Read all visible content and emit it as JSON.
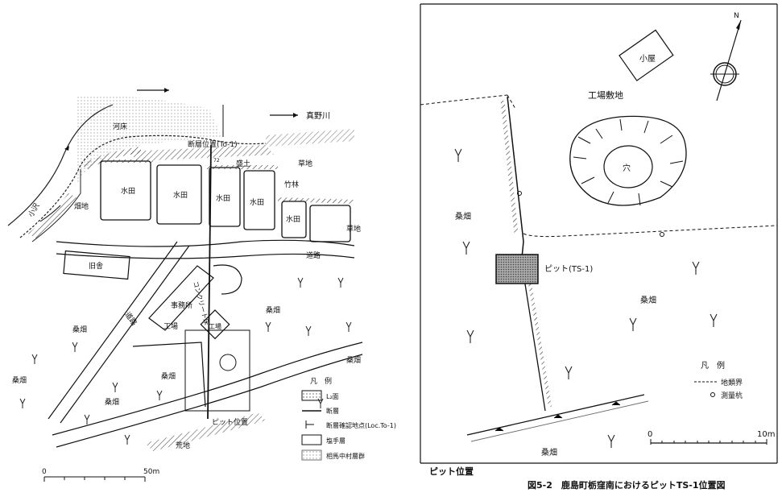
{
  "left_map": {
    "flow_label": "真野川",
    "riverbed": "河床",
    "fault_position": "断層位置(To-1)",
    "embankment": "盛土",
    "grass": "草地",
    "bamboo": "竹林",
    "upland_field": "畑地",
    "paddy": "水田",
    "stream": "小沢",
    "old_house": "旧舎",
    "road": "道路",
    "concrete": "コンクリート床",
    "office": "事務所",
    "factory": "工場",
    "factory2": "工場",
    "mulberry": "桑畑",
    "barren": "荒地",
    "pit_position": "ピット位置",
    "tick72": "72",
    "legend": {
      "title": "凡　例",
      "items": [
        "L₂面",
        "断層",
        "断層確認地点(Loc.To-1)",
        "塩手層",
        "相馬中村層群"
      ]
    },
    "scale": {
      "zero": "0",
      "max": "50m"
    }
  },
  "right_map": {
    "hut": "小屋",
    "factory_site": "工場敷地",
    "hole": "穴",
    "mulberry": "桑畑",
    "pit": "ピット(TS-1)",
    "north": "N",
    "legend": {
      "title": "凡　例",
      "items": [
        "地類界",
        "測量杭"
      ]
    },
    "scale": {
      "zero": "0",
      "max": "10m"
    }
  },
  "captions": {
    "left": "ピット位置",
    "figure": "図5-2　鹿島町栃窪南におけるピットTS-1位置図"
  }
}
